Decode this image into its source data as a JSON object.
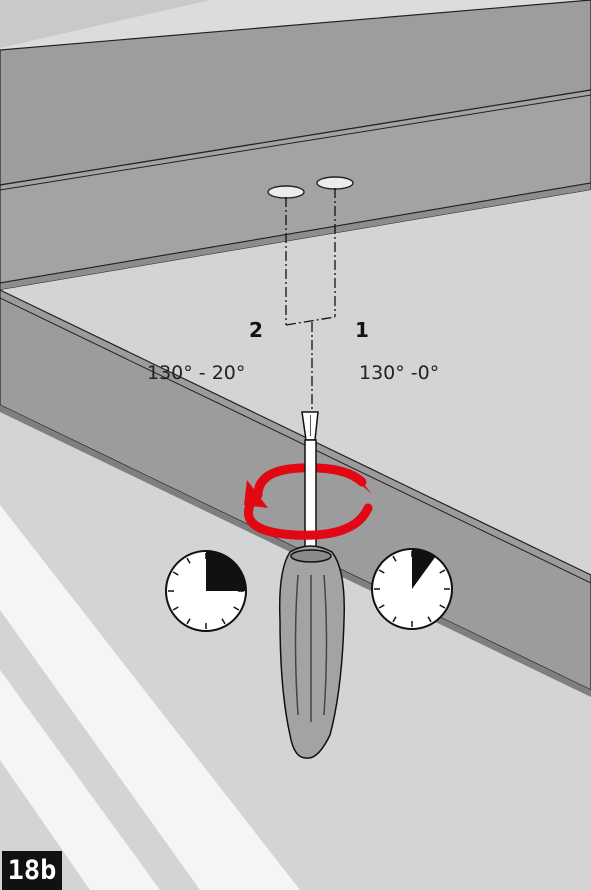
{
  "figure": {
    "number": "18b"
  },
  "positions": [
    {
      "number": "2",
      "angle_label": "130° - 20°",
      "dial_fraction": 0.25
    },
    {
      "number": "1",
      "angle_label": "130° -0°",
      "dial_fraction": 0.1
    }
  ],
  "colors": {
    "rotation_arrow": "#e30613",
    "panel_dark": "#9b9b9b",
    "panel_light": "#d9d9d9",
    "line": "#222222"
  },
  "icons": [
    "screwdriver-icon",
    "rotate-arrow-icon",
    "dial-icon"
  ]
}
